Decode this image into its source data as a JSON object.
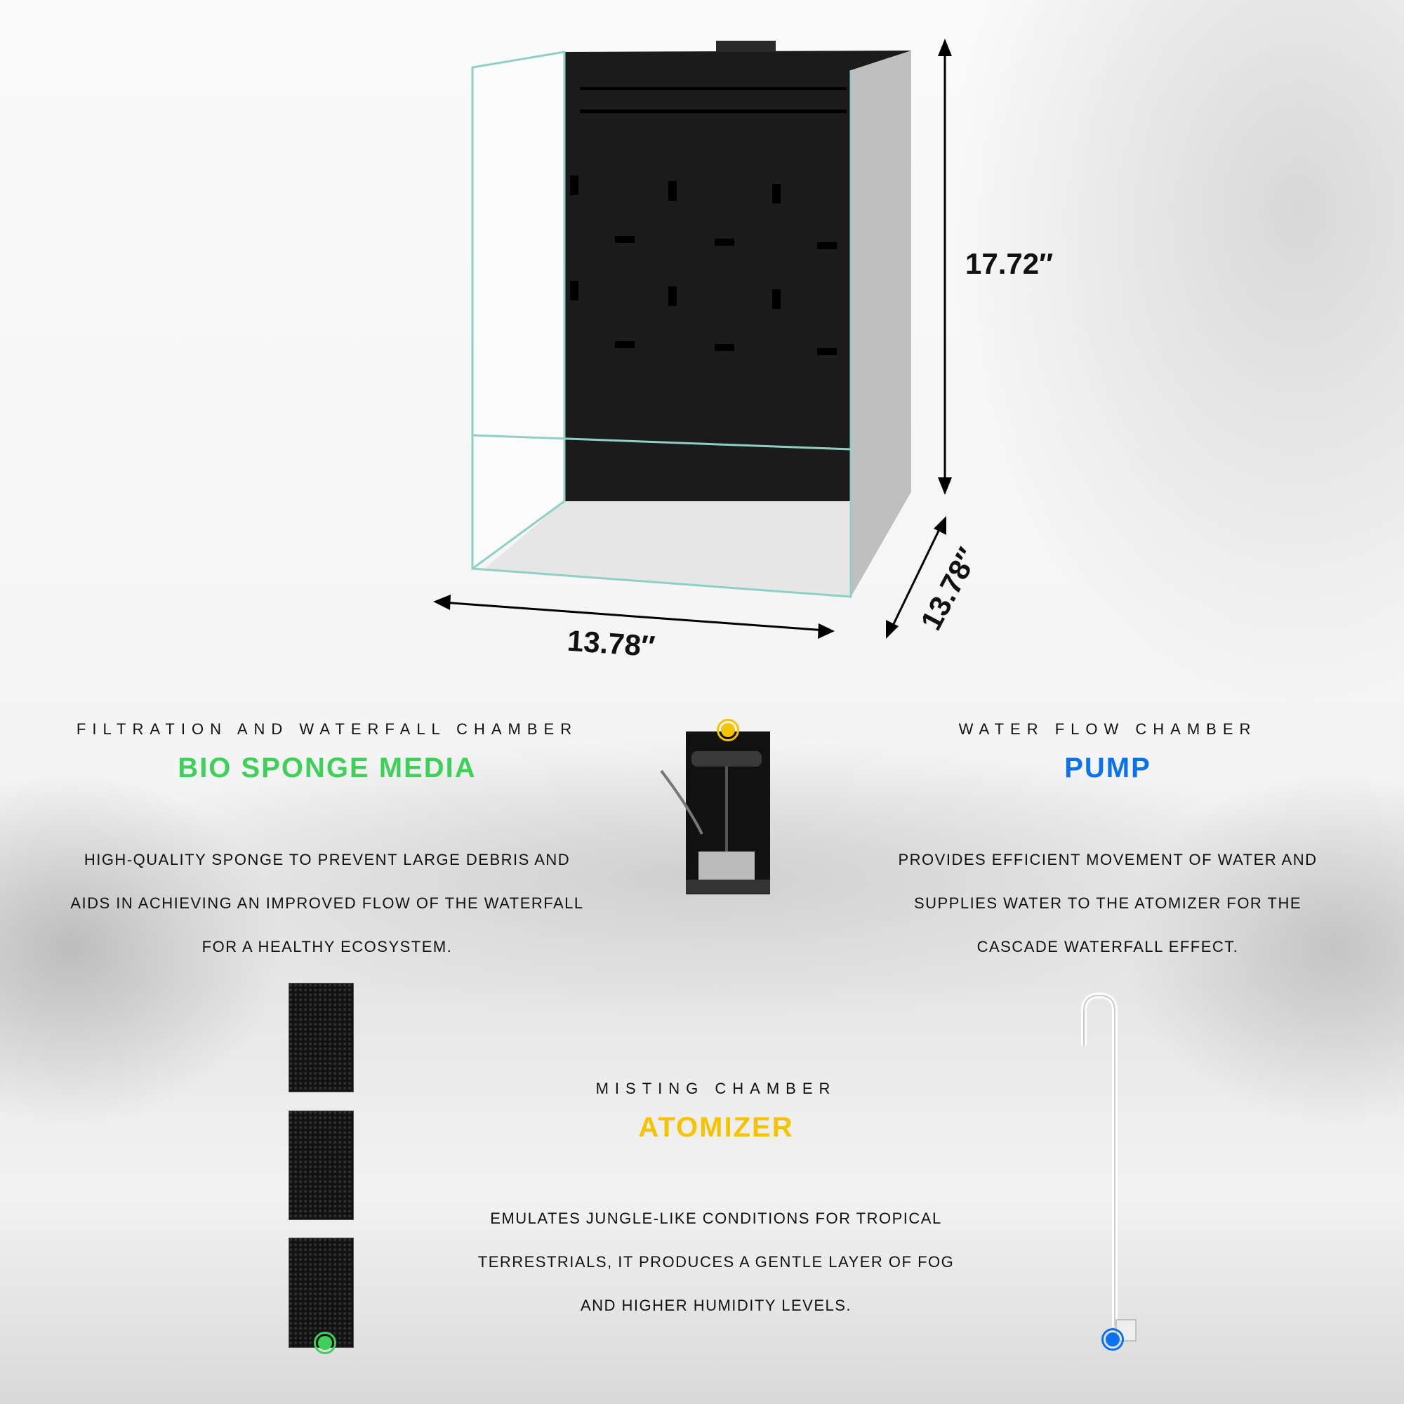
{
  "dimensions": {
    "height": "17.72″",
    "width": "13.78″",
    "depth": "13.78″"
  },
  "sections": {
    "filtration": {
      "subtitle": "FILTRATION AND WATERFALL CHAMBER",
      "title": "BIO SPONGE MEDIA",
      "color": "#3fd05a",
      "body": [
        "HIGH-QUALITY SPONGE TO PREVENT LARGE DEBRIS AND",
        "AIDS IN ACHIEVING AN IMPROVED FLOW OF THE WATERFALL",
        "FOR A HEALTHY ECOSYSTEM."
      ]
    },
    "water_flow": {
      "subtitle": "WATER FLOW CHAMBER",
      "title": "PUMP",
      "color": "#0a72ee",
      "body": [
        "PROVIDES EFFICIENT MOVEMENT OF WATER AND",
        "SUPPLIES WATER TO THE ATOMIZER FOR THE",
        "CASCADE WATERFALL EFFECT."
      ]
    },
    "misting": {
      "subtitle": "MISTING CHAMBER",
      "title": "ATOMIZER",
      "color": "#f5c400",
      "body": [
        "EMULATES JUNGLE-LIKE CONDITIONS FOR TROPICAL",
        "TERRESTRIALS, IT PRODUCES A GENTLE LAYER OF FOG",
        "AND HIGHER HUMIDITY LEVELS."
      ]
    }
  }
}
